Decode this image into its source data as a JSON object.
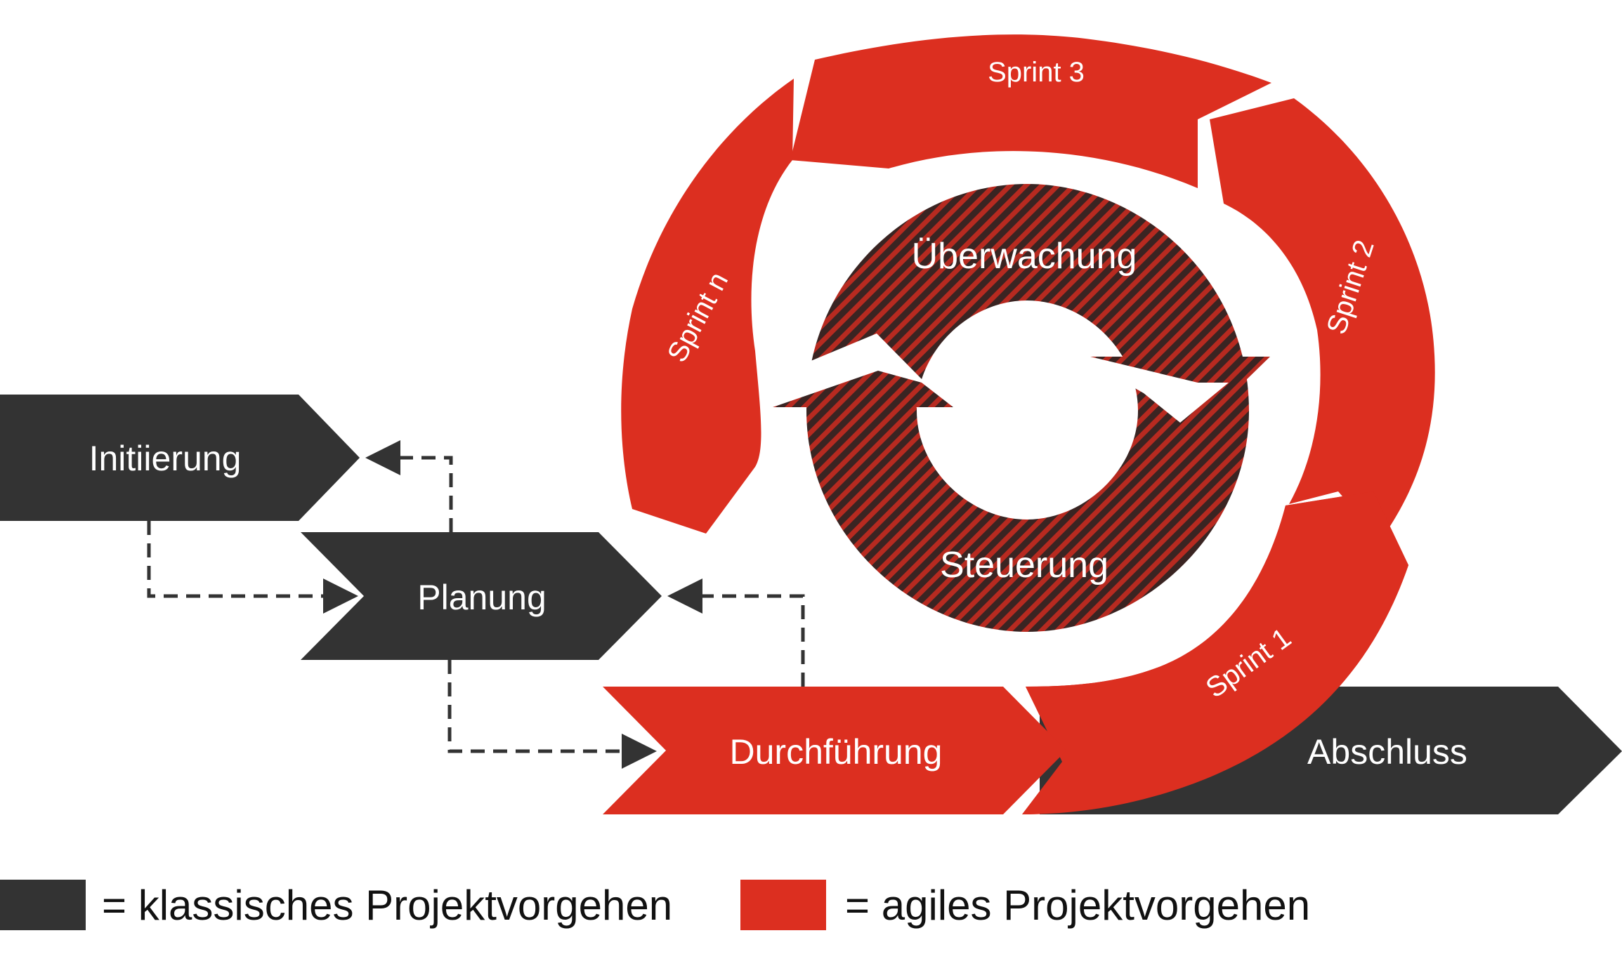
{
  "colors": {
    "classic": "#333333",
    "agile": "#dc2f20",
    "text_light": "#ffffff",
    "text_dark": "#111111",
    "connector": "#333333"
  },
  "phases": {
    "initiierung": "Initiierung",
    "planung": "Planung",
    "durchfuehrung": "Durchführung",
    "abschluss": "Abschluss"
  },
  "sprints": {
    "sprint_1": "Sprint 1",
    "sprint_2": "Sprint 2",
    "sprint_3": "Sprint 3",
    "sprint_n": "Sprint n"
  },
  "center": {
    "top": "Überwachung",
    "bottom": "Steuerung"
  },
  "legend": {
    "classic_label": "= klassisches Projektvorgehen",
    "agile_label": "= agiles Projektvorgehen"
  }
}
